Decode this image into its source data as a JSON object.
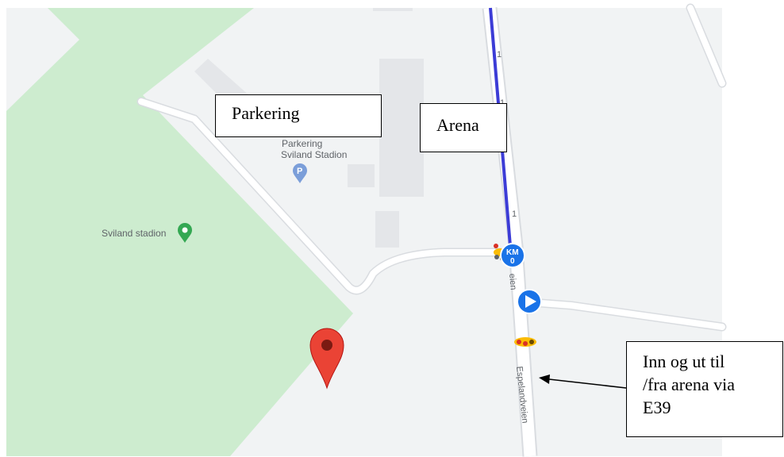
{
  "map": {
    "place_labels": {
      "parking_line1": "Parkering",
      "parking_line2": "Sviland Stadion",
      "stadium": "Sviland stadion",
      "road": "Espelandveien",
      "road_partial": "eien"
    },
    "km_marker": {
      "line1": "KM",
      "line2": "0"
    },
    "route_distance_marks": [
      "1",
      "1",
      "1"
    ],
    "icons": {
      "parking": "parking-pin-icon",
      "stadium": "park-pin-icon",
      "destination": "red-location-pin-icon",
      "direction": "play-arrow-icon",
      "traffic": "traffic-cyclist-icon"
    },
    "colors": {
      "background": "#f1f3f4",
      "park": "#cdeccf",
      "road": "#ffffff",
      "road_edge": "#d9dce0",
      "building": "#e4e6e9",
      "route": "#3c3cd6",
      "marker_blue": "#1a73e8",
      "pin_red": "#ea4335",
      "park_pin": "#34a853",
      "parking_pin": "#7b9ed9"
    }
  },
  "annotations": {
    "parkering": "Parkering",
    "arena": "Arena",
    "inn_ut": [
      "Inn og ut til",
      "/fra arena via",
      "E39"
    ]
  }
}
